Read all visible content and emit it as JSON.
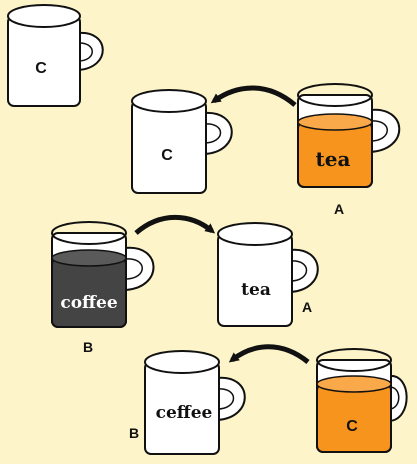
{
  "background": "#fdf4c9",
  "colors": {
    "tea": "#f7941d",
    "coffee": "#444444",
    "cup": "#ffffff",
    "outline": "#111111"
  },
  "cups": {
    "c1": {
      "content_label": "C"
    },
    "c2": {
      "content_label": "C"
    },
    "c3": {
      "content_label": "tea",
      "cup_label": "A"
    },
    "c4": {
      "content_label": "coffee",
      "cup_label": "B"
    },
    "c5": {
      "content_label": "tea",
      "cup_label": "A"
    },
    "c6": {
      "content_label": "ceffee",
      "cup_label": "B"
    },
    "c7": {
      "content_label": "C"
    }
  },
  "arrows": [
    "curved-arrow-left",
    "curved-arrow-right",
    "curved-arrow-left"
  ]
}
